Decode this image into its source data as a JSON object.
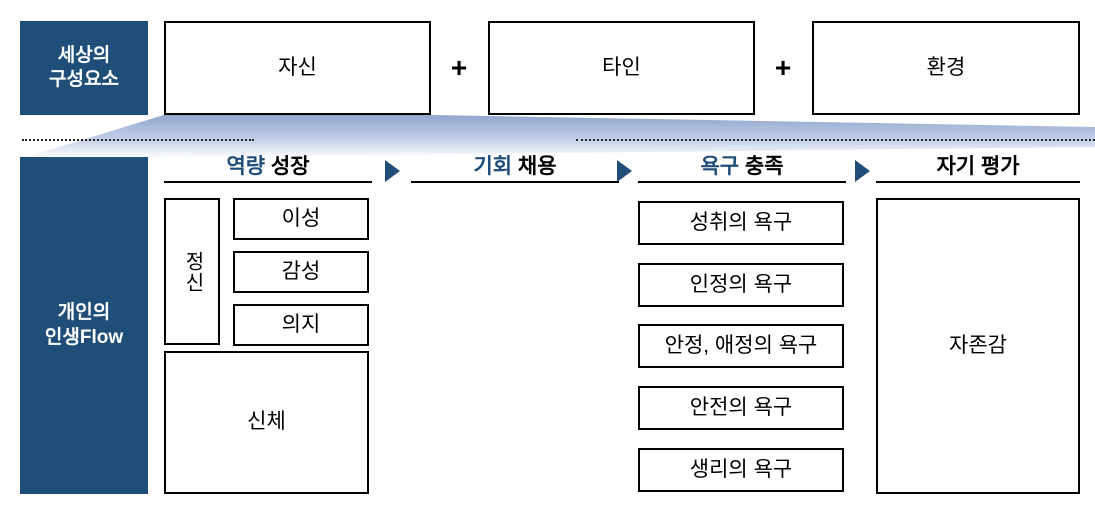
{
  "top_band": {
    "side_label": "세상의\n구성요소",
    "items": [
      {
        "label": "자신"
      },
      {
        "label": "타인"
      },
      {
        "label": "환경"
      }
    ],
    "operators": [
      "+",
      "+"
    ]
  },
  "bottom_band": {
    "side_label": "개인의\n인생Flow",
    "columns": [
      {
        "header_accent": "역량",
        "header_rest": " 성장",
        "groups": [
          {
            "group_label": "정신",
            "items": [
              "이성",
              "감성",
              "의지"
            ]
          }
        ],
        "single_boxes": [
          "신체"
        ]
      },
      {
        "header_accent": "기회",
        "header_rest": " 채용",
        "groups": [],
        "single_boxes": []
      },
      {
        "header_accent": "욕구",
        "header_rest": " 충족",
        "groups": [],
        "single_boxes": [
          "성취의 욕구",
          "인정의 욕구",
          "안정, 애정의 욕구",
          "안전의 욕구",
          "생리의 욕구"
        ]
      },
      {
        "header_accent": "",
        "header_rest": "자기 평가",
        "groups": [],
        "single_boxes": [
          "자존감"
        ]
      }
    ],
    "arrows": [
      "arrow-right-icon",
      "arrow-right-icon",
      "arrow-right-icon"
    ]
  },
  "colors": {
    "navy": "#1F4E79",
    "accent_text": "#1F4E79",
    "box_border": "#000000",
    "ribbon_top": "#94A9CE",
    "ribbon_bottom": "#FFFFFF",
    "background": "#FFFFFF"
  }
}
